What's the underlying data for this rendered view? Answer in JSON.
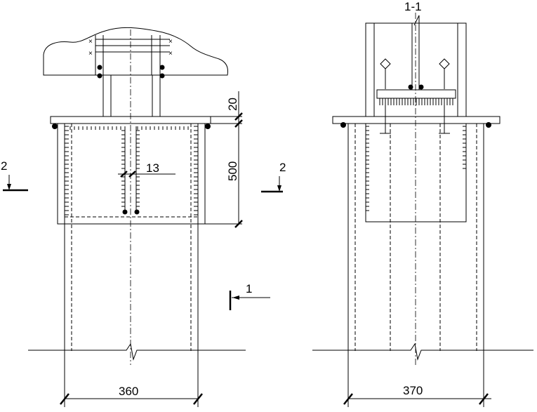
{
  "labels": {
    "section_top": "1-1",
    "section_2_left": "2",
    "section_2_right": "2",
    "section_1": "1",
    "dim_20": "20",
    "dim_500": "500",
    "dim_13": "13",
    "dim_360": "360",
    "dim_370": "370"
  }
}
